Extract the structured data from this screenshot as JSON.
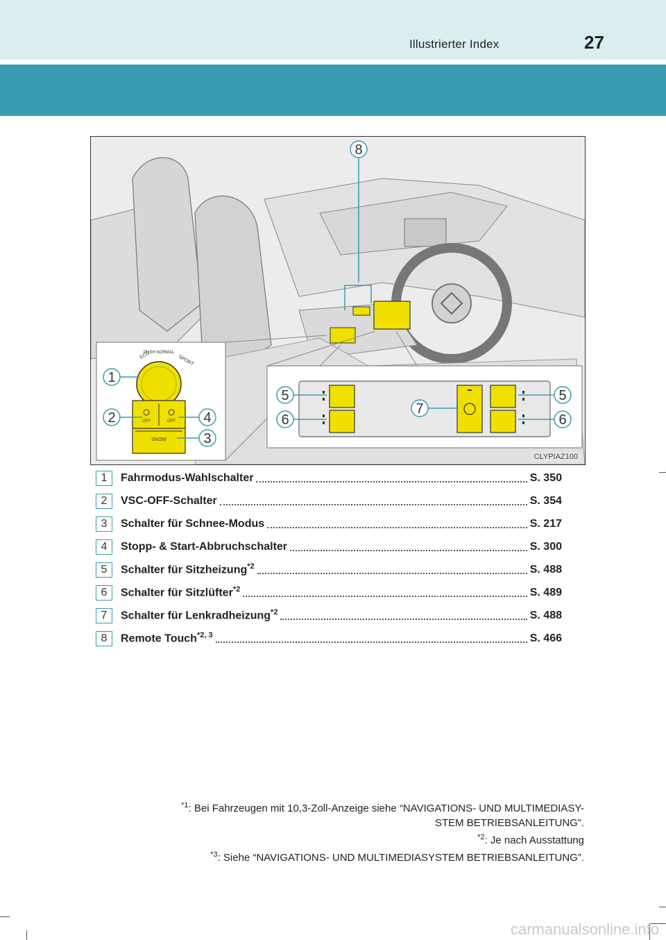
{
  "header": {
    "title": "Illustrierter Index",
    "page_number": "27"
  },
  "illustration": {
    "image_code": "CLYPIAZ100",
    "switch_labels": {
      "eco": "ECO",
      "push_normal": "PUSH NORMAL",
      "sport": "SPORT",
      "off_left": "OFF",
      "off_right": "OFF",
      "snow": "SNOW"
    },
    "callouts": [
      "1",
      "2",
      "3",
      "4",
      "5",
      "6",
      "7",
      "8"
    ],
    "colors": {
      "switch_yellow": "#f0e000",
      "callout_line": "#3a9cb0"
    }
  },
  "legend": [
    {
      "num": "1",
      "label": "Fahrmodus-Wahlschalter",
      "sup": "",
      "page": "S. 350"
    },
    {
      "num": "2",
      "label": "VSC-OFF-Schalter",
      "sup": "",
      "page": "S. 354"
    },
    {
      "num": "3",
      "label": "Schalter für Schnee-Modus",
      "sup": "",
      "page": "S. 217"
    },
    {
      "num": "4",
      "label": "Stopp- & Start-Abbruchschalter",
      "sup": "",
      "page": "S. 300"
    },
    {
      "num": "5",
      "label": "Schalter für Sitzheizung",
      "sup": "*2",
      "page": "S. 488"
    },
    {
      "num": "6",
      "label": "Schalter für Sitzlüfter",
      "sup": "*2",
      "page": "S. 489"
    },
    {
      "num": "7",
      "label": "Schalter für Lenkradheizung",
      "sup": "*2",
      "page": "S. 488"
    },
    {
      "num": "8",
      "label": "Remote Touch",
      "sup": "*2, 3",
      "page": "S. 466"
    }
  ],
  "footnotes": {
    "n1_mark": "*1",
    "n1_text": ": Bei Fahrzeugen mit 10,3-Zoll-Anzeige siehe “NAVIGATIONS- UND MULTIMEDIASY-",
    "n1_text2": "STEM BETRIEBSANLEITUNG”.",
    "n2_mark": "*2",
    "n2_text": ": Je nach Ausstattung",
    "n3_mark": "*3",
    "n3_text": ": Siehe “NAVIGATIONS- UND MULTIMEDIASYSTEM BETRIEBSANLEITUNG”."
  },
  "watermark": "carmanualsonline.info"
}
